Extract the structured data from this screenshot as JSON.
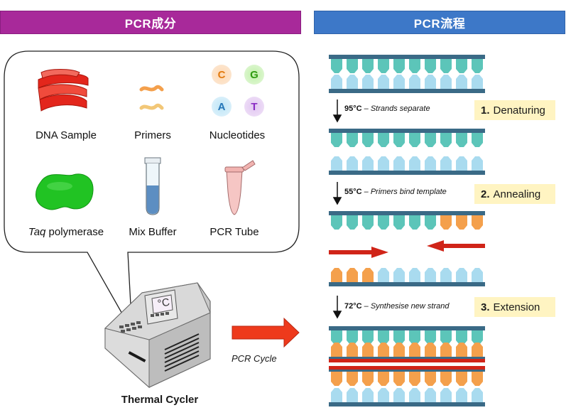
{
  "left_banner": "PCR成分",
  "right_banner": "PCR流程",
  "components": {
    "dna_sample": "DNA Sample",
    "primers": "Primers",
    "nucleotides": "Nucleotides",
    "taq_italic": "Taq",
    "taq_rest": " polymerase",
    "mix_buffer": "Mix Buffer",
    "pcr_tube": "PCR Tube"
  },
  "nucleotide_letters": {
    "c": "C",
    "g": "G",
    "a": "A",
    "t": "T"
  },
  "thermal_cycler_label": "Thermal Cycler",
  "display_text": "°C",
  "pcr_cycle_label": "PCR Cycle",
  "steps": [
    {
      "temp": "95°C",
      "desc": "– Strands separate",
      "num": "1.",
      "name": "Denaturing"
    },
    {
      "temp": "55°C",
      "desc": "– Primers bind template",
      "num": "2.",
      "name": "Annealing"
    },
    {
      "temp": "72°C",
      "desc": "– Synthesise new strand",
      "num": "3.",
      "name": "Extension"
    }
  ],
  "colors": {
    "purple": "#a8299a",
    "blue": "#3d78c8",
    "backbone": "#3a6a86",
    "teal": "#5cc5b9",
    "light_blue": "#a9dbef",
    "orange": "#f4a04c",
    "red": "#d02418",
    "arrow_red": "#e53b1f",
    "highlight": "#fff4c2"
  }
}
